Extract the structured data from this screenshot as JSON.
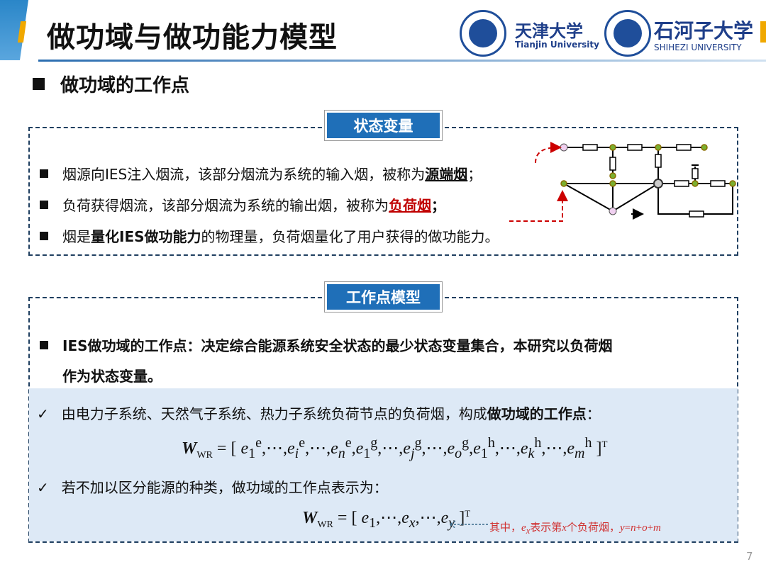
{
  "header": {
    "title": "做功域与做功能力模型",
    "logos": [
      {
        "cn": "天津大学",
        "en": "Tianjin University"
      },
      {
        "cn": "石河子大学",
        "en": "SHIHEZI UNIVERSITY"
      }
    ]
  },
  "section": {
    "title": "做功域的工作点"
  },
  "box1": {
    "tag": "状态变量",
    "items": [
      {
        "a": "烟源向IES注入烟流，该部分烟流为系统的输入烟，被称为",
        "b": "源端烟",
        "c": "；"
      },
      {
        "a": "负荷获得烟流，该部分烟流为系统的输出烟，被称为",
        "b": "负荷烟",
        "c": "；"
      },
      {
        "a": "烟是",
        "b": "量化IES做功能力",
        "c": "的物理量，负荷烟量化了用户获得的做功能力。"
      }
    ]
  },
  "box2": {
    "tag": "工作点模型",
    "definition_line1": "IES做功域的工作点：决定综合能源系统安全状态的最少状态变量集合，本研究以负荷烟",
    "definition_line2": "作为状态变量。",
    "check1": {
      "a": "由电力子系统、天然气子系统、热力子系统负荷节点的负荷烟，构成",
      "b": "做功域的工作点",
      "c": "："
    },
    "formula1": "W_WR = [e1^e,…,ei^e,…,en^e,e1^g,…,ej^g,…,eo^g,e1^h,…,ek^h,…,em^h]^T",
    "check2": "若不加以区分能源的种类，做功域的工作点表示为：",
    "formula2": "W_WR = [e1,…,ex,…,ey]^T",
    "note": "其中，ex表示第x个负荷烟，y=n+o+m"
  },
  "page_number": "7",
  "colors": {
    "accent": "#1f6fb8",
    "orange": "#f0a800",
    "highlight": "#c00000",
    "shade": "#dde9f6"
  }
}
